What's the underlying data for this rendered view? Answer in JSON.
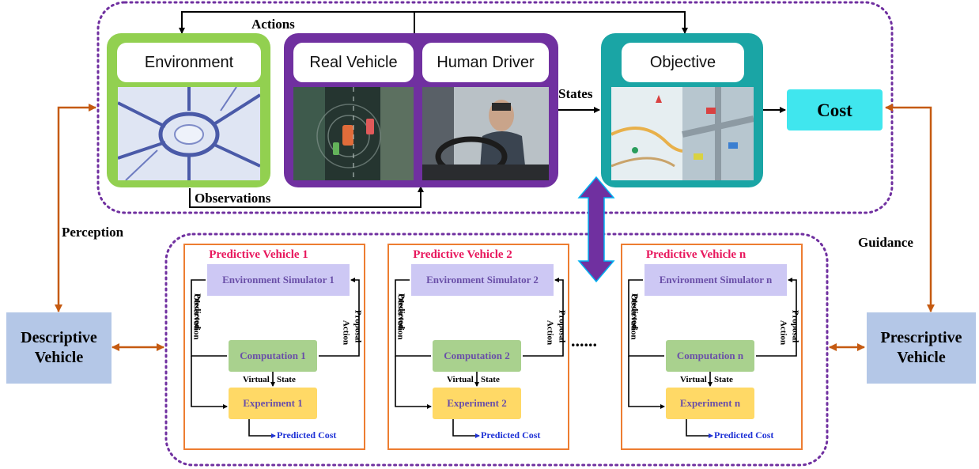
{
  "labels": {
    "actions": "Actions",
    "observations": "Observations",
    "states": "States",
    "perception": "Perception",
    "guidance": "Guidance",
    "ellipsis": "......"
  },
  "panels": {
    "environment": "Environment",
    "real_vehicle": "Real Vehicle",
    "human_driver": "Human Driver",
    "objective": "Objective"
  },
  "cost": "Cost",
  "descriptive": {
    "line1": "Descriptive",
    "line2": "Vehicle"
  },
  "prescriptive": {
    "line1": "Prescriptive",
    "line2": "Vehicle"
  },
  "predictive": [
    {
      "title": "Predictive Vehicle 1",
      "simulator": "Environment Simulator 1",
      "computation": "Computation 1",
      "experiment": "Experiment 1"
    },
    {
      "title": "Predictive Vehicle 2",
      "simulator": "Environment Simulator 2",
      "computation": "Computation 2",
      "experiment": "Experiment 2"
    },
    {
      "title": "Predictive Vehicle n",
      "simulator": "Environment Simulator n",
      "computation": "Computation n",
      "experiment": "Experiment n"
    }
  ],
  "pv_common": {
    "predicted": "Predicted",
    "observation": "Observation",
    "action": "Action",
    "proposal": "Proposal",
    "virtual": "Virtual",
    "state": "State",
    "predicted_cost": "Predicted Cost"
  },
  "colors": {
    "environment_frame": "#92d050",
    "vehicle_frame": "#7030a0",
    "objective_frame": "#1aa5a5",
    "cost_fill": "#40e6ee",
    "arrow_orange": "#c55a11",
    "dotted_border": "#7030a0",
    "predictive_frame": "#ed7d31",
    "double_arrow": "#7030a0"
  }
}
